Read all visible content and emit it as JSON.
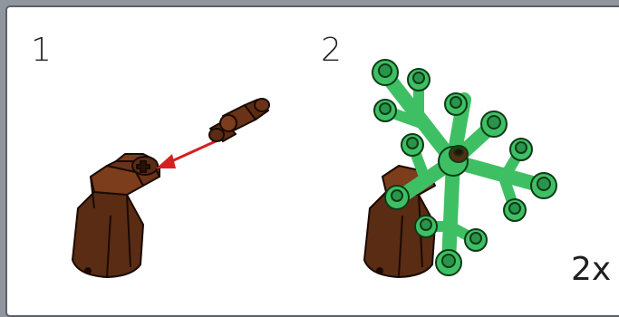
{
  "steps": [
    {
      "number": "1"
    },
    {
      "number": "2",
      "multiplier": "2x"
    }
  ],
  "colors": {
    "page_border": "#8f969d",
    "brown": "#5a2c14",
    "brown_light": "#7b3d1c",
    "green": "#3fbf64",
    "green_dark": "#1c7a35",
    "arrow": "#d42020"
  },
  "icons": [
    "brown-angled-connector",
    "brown-axle-peg",
    "green-snowflake-plate",
    "red-insert-arrow"
  ]
}
